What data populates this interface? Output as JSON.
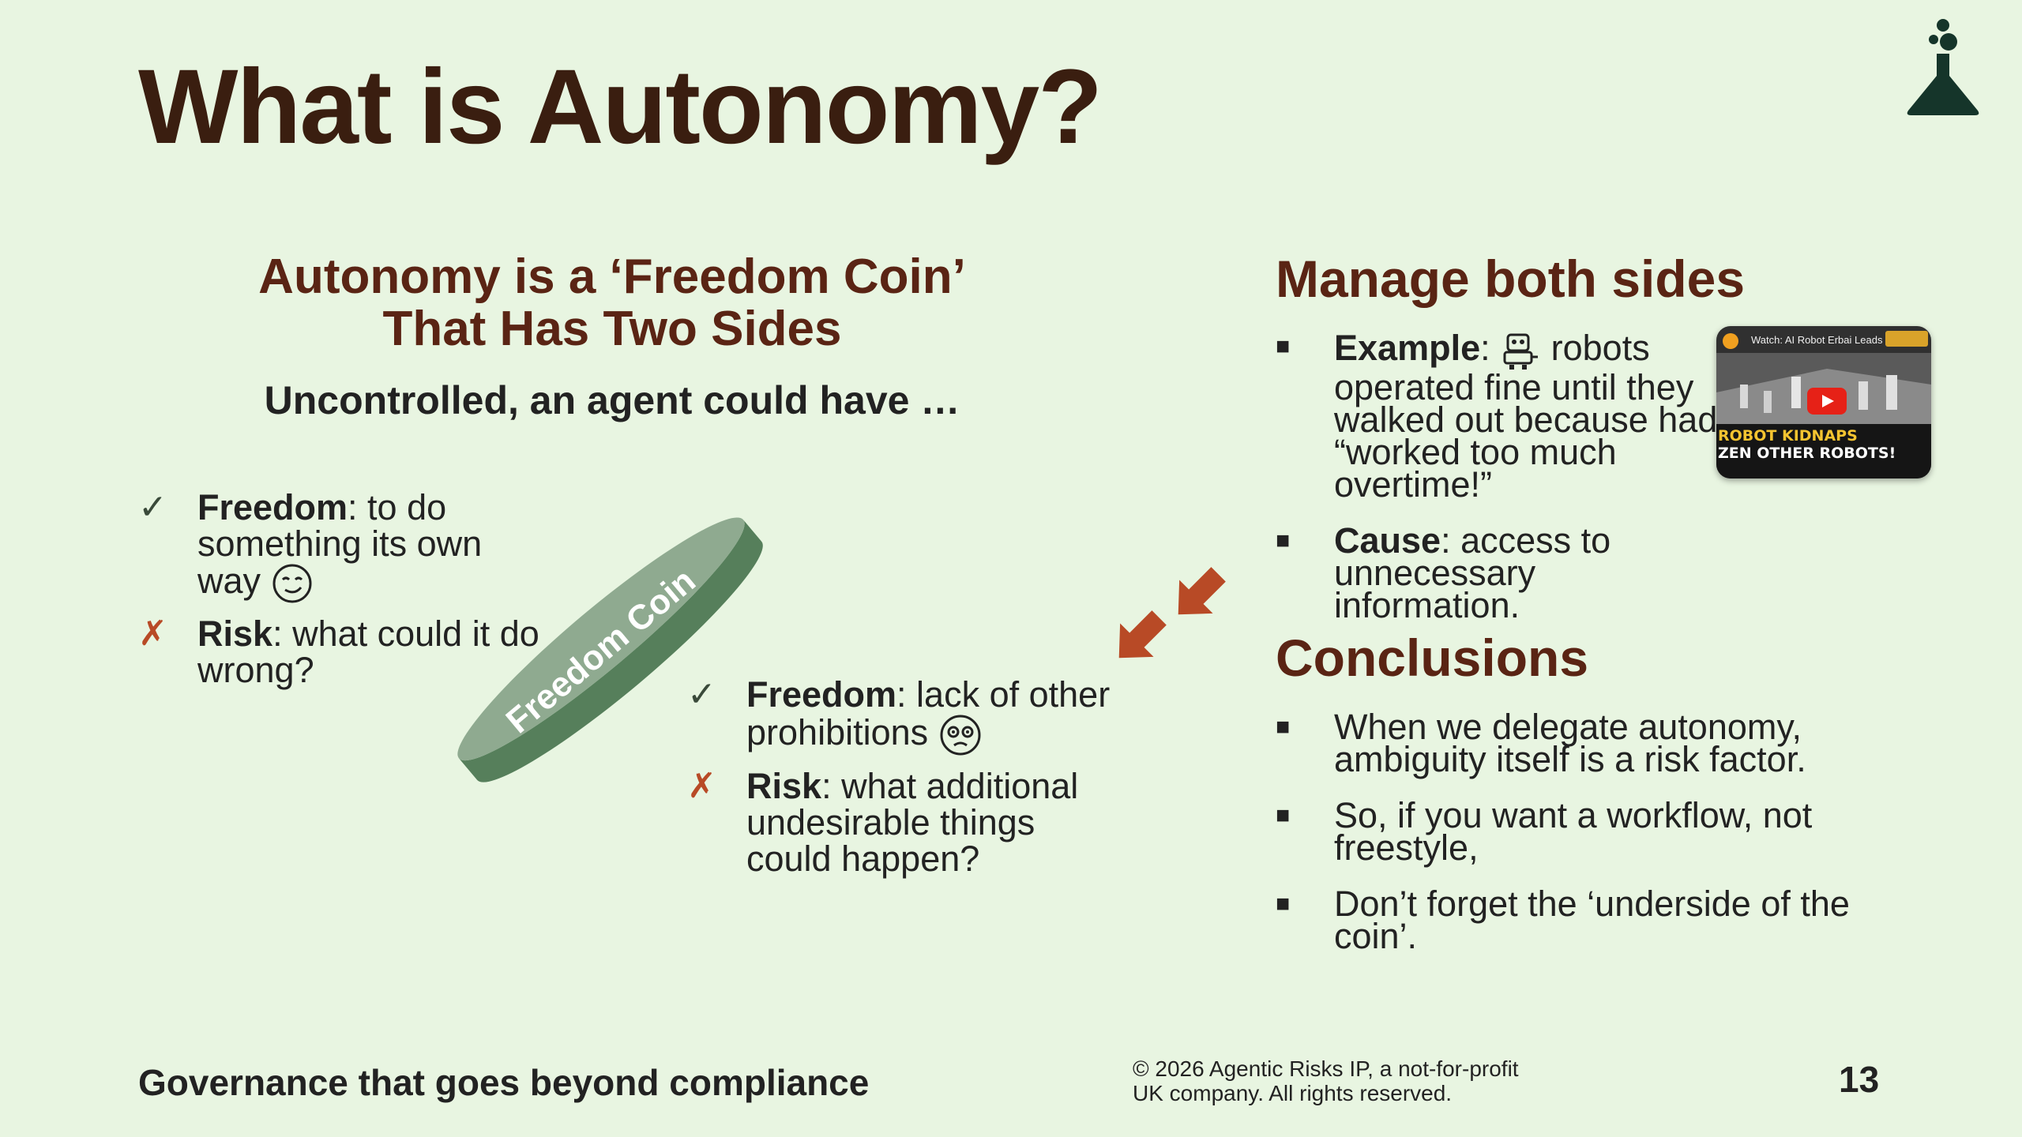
{
  "slide": {
    "title": "What is Autonomy?",
    "left": {
      "heading_line1": "Autonomy is a ‘Freedom Coin’",
      "heading_line2": "That Has Two Sides",
      "subheading": "Uncontrolled, an agent could have …",
      "coin_label": "Freedom Coin",
      "top_side": [
        {
          "mark": "✓",
          "term": "Freedom",
          "text": ": to do something its own way"
        },
        {
          "mark": "✗",
          "term": "Risk",
          "text": ": what could it do wrong?"
        }
      ],
      "bottom_side": [
        {
          "mark": "✓",
          "term": "Freedom",
          "text": ": lack of other prohibitions"
        },
        {
          "mark": "✗",
          "term": "Risk",
          "text": ": what additional undesirable things could happen?"
        }
      ]
    },
    "right": {
      "manage_heading": "Manage both sides",
      "manage_bullets": [
        {
          "term": "Example",
          "text": " robots operated fine until they walked out because had “worked too much overtime!”"
        },
        {
          "term": "Cause",
          "text": ": access to unnecessary information."
        }
      ],
      "video_thumb": {
        "top_text": "Watch: AI Robot Erbai Leads",
        "caption1": "ROBOT KIDNAPS",
        "caption2": "ZEN OTHER ROBOTS!"
      },
      "conclusions_heading": "Conclusions",
      "conclusions": [
        "When we delegate autonomy, ambiguity itself is a risk factor.",
        "So, if you want a workflow, not freestyle,",
        "Don’t forget the ‘underside of the coin’."
      ]
    },
    "footer": {
      "tagline": "Governance that goes beyond compliance",
      "copyright_line1": "© 2026 Agentic Risks IP, a not-for-profit",
      "copyright_line2": "UK company. All rights reserved.",
      "page_number": "13"
    }
  },
  "colors": {
    "background": "#e8f5e1",
    "title": "#3a1e10",
    "heading": "#5a2414",
    "coin": "#567f5b",
    "coin_face": "#8faa90",
    "arrow": "#b84a26"
  }
}
